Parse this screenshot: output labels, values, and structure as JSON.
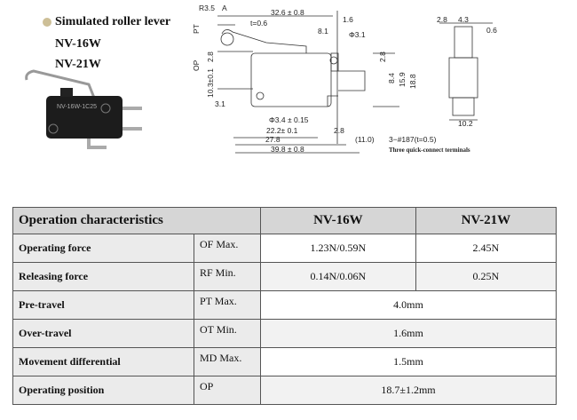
{
  "header": {
    "series": "Simulated roller lever",
    "models": [
      "NV-16W",
      "NV-21W"
    ]
  },
  "photo": {
    "part_label": "NV-16W-1C25"
  },
  "drawing": {
    "r": "R3.5",
    "a": "A",
    "width_lever": "32.6 ± 0.8",
    "t": "t=0.6",
    "d16": "1.6",
    "d81": "8.1",
    "phi31": "Φ3.1",
    "pt": "PT",
    "op": "OP",
    "d28a": "2.8",
    "d103": "10.3±0.1",
    "d28b": "2.8",
    "d84": "8.4",
    "d159": "15.9",
    "d188": "18.8",
    "d31": "3.1",
    "phi34": "Φ3.4 ± 0.15",
    "d222": "22.2± 0.1",
    "d28c": "2.8",
    "d278": "27.8",
    "d110": "(11.0)",
    "d398": "39.8 ± 0.8",
    "terminals": "3−#187(t=0.5)",
    "terminals_note": "Three quick-connect terminals",
    "side_28": "2.8",
    "side_43": "4.3",
    "side_06": "0.6",
    "side_102": "10.2"
  },
  "table": {
    "header": [
      "Operation characteristics",
      "NV-16W",
      "NV-21W"
    ],
    "rows": [
      {
        "name": "Operating force",
        "sym": "OF Max.",
        "v1": "1.23N/0.59N",
        "v2": "2.45N"
      },
      {
        "name": "Releasing force",
        "sym": "RF Min.",
        "v1": "0.14N/0.06N",
        "v2": "0.25N"
      },
      {
        "name": "Pre-travel",
        "sym": "PT Max.",
        "v": "4.0mm"
      },
      {
        "name": "Over-travel",
        "sym": "OT Min.",
        "v": "1.6mm"
      },
      {
        "name": "Movement differential",
        "sym": "MD Max.",
        "v": "1.5mm"
      },
      {
        "name": "Operating position",
        "sym": "OP",
        "v": "18.7±1.2mm"
      }
    ]
  }
}
